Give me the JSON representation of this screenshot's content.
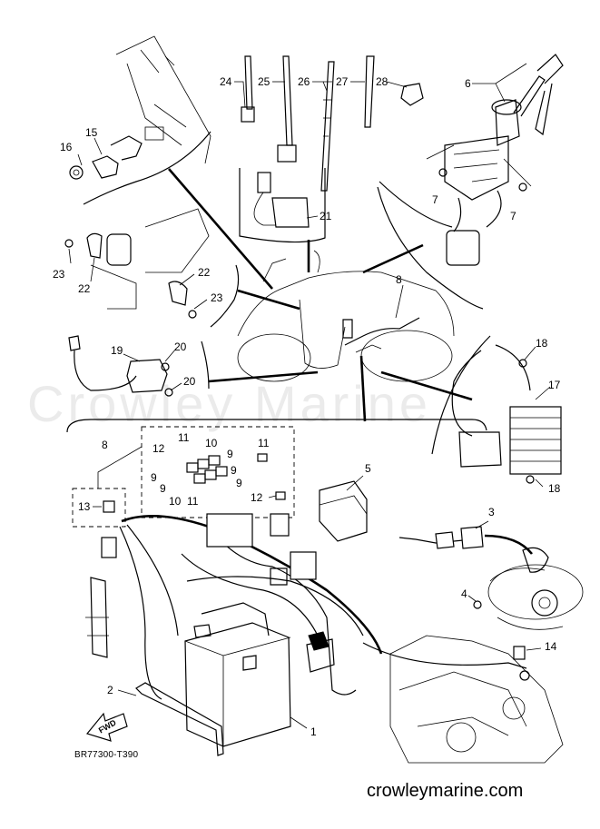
{
  "watermark": "Crowley Marine",
  "diagram_code": "BR77300-T390",
  "site_url": "crowleymarine.com",
  "fwd_label": "FWD",
  "callouts": {
    "c1": "1",
    "c2": "2",
    "c3": "3",
    "c4": "4",
    "c5": "5",
    "c6": "6",
    "c7a": "7",
    "c7b": "7",
    "c8a": "8",
    "c8b": "8",
    "c9a": "9",
    "c9b": "9",
    "c9c": "9",
    "c9d": "9",
    "c10a": "10",
    "c10b": "10",
    "c11a": "11",
    "c11b": "11",
    "c11c": "11",
    "c12a": "12",
    "c12b": "12",
    "c13": "13",
    "c14": "14",
    "c15": "15",
    "c16": "16",
    "c17": "17",
    "c18a": "18",
    "c18b": "18",
    "c19": "19",
    "c20a": "20",
    "c20b": "20",
    "c21": "21",
    "c22a": "22",
    "c22b": "22",
    "c23a": "23",
    "c23b": "23",
    "c24": "24",
    "c25": "25",
    "c26": "26",
    "c27": "27",
    "c28": "28"
  }
}
